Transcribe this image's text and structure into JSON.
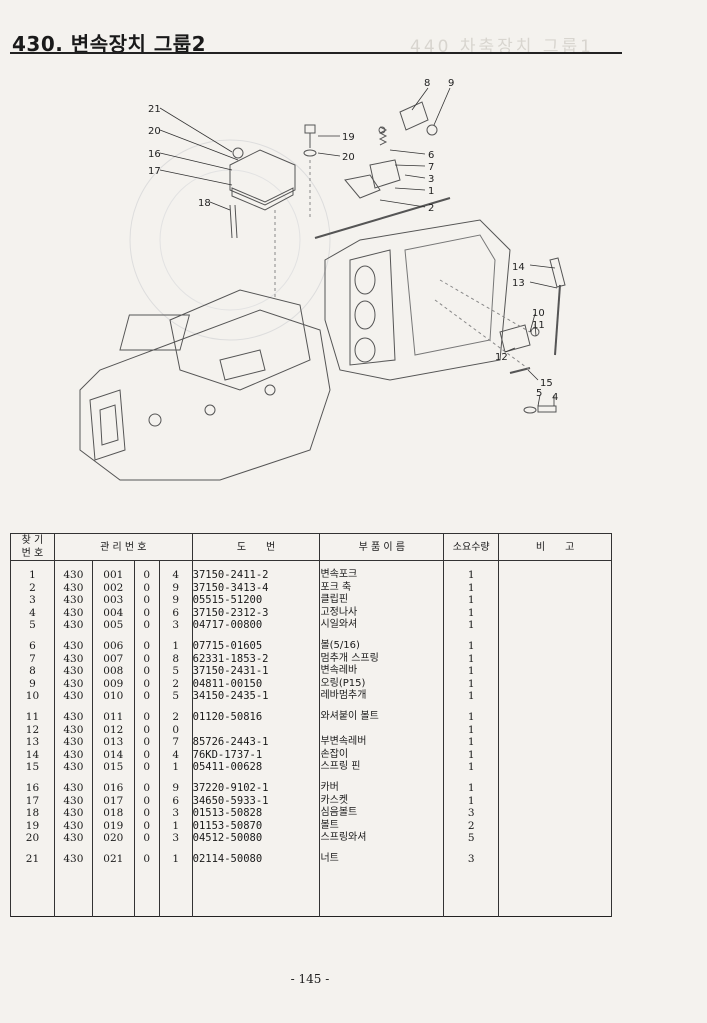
{
  "page": {
    "title": "430. 변속장치 그룹2",
    "page_number": "- 145 -"
  },
  "table": {
    "headers": {
      "ref_no_line1": "찾 기",
      "ref_no_line2": "번 호",
      "mgmt_no": "관 리 번 호",
      "drawing_no": "도　　번",
      "part_name": "부 품 이 름",
      "qty": "소요수량",
      "remarks": "비　　고"
    },
    "groups": [
      [
        {
          "ref": "1",
          "a": "430",
          "b": "001",
          "c": "0",
          "d": "4",
          "drawing": "37150-2411-2",
          "name": "변속포크",
          "qty": "1"
        },
        {
          "ref": "2",
          "a": "430",
          "b": "002",
          "c": "0",
          "d": "9",
          "drawing": "37150-3413-4",
          "name": "포크 축",
          "qty": "1"
        },
        {
          "ref": "3",
          "a": "430",
          "b": "003",
          "c": "0",
          "d": "9",
          "drawing": "05515-51200",
          "name": "클립핀",
          "qty": "1"
        },
        {
          "ref": "4",
          "a": "430",
          "b": "004",
          "c": "0",
          "d": "6",
          "drawing": "37150-2312-3",
          "name": "고정나사",
          "qty": "1"
        },
        {
          "ref": "5",
          "a": "430",
          "b": "005",
          "c": "0",
          "d": "3",
          "drawing": "04717-00800",
          "name": "시일와셔",
          "qty": "1"
        }
      ],
      [
        {
          "ref": "6",
          "a": "430",
          "b": "006",
          "c": "0",
          "d": "1",
          "drawing": "07715-01605",
          "name": "볼(5/16)",
          "qty": "1"
        },
        {
          "ref": "7",
          "a": "430",
          "b": "007",
          "c": "0",
          "d": "8",
          "drawing": "62331-1853-2",
          "name": "멈추개 스프링",
          "qty": "1"
        },
        {
          "ref": "8",
          "a": "430",
          "b": "008",
          "c": "0",
          "d": "5",
          "drawing": "37150-2431-1",
          "name": "변속레바",
          "qty": "1"
        },
        {
          "ref": "9",
          "a": "430",
          "b": "009",
          "c": "0",
          "d": "2",
          "drawing": "04811-00150",
          "name": "오링(P15)",
          "qty": "1"
        },
        {
          "ref": "10",
          "a": "430",
          "b": "010",
          "c": "0",
          "d": "5",
          "drawing": "34150-2435-1",
          "name": "레바멈추개",
          "qty": "1"
        }
      ],
      [
        {
          "ref": "11",
          "a": "430",
          "b": "011",
          "c": "0",
          "d": "2",
          "drawing": "01120-50816",
          "name": "와셔붙이 볼트",
          "qty": "1"
        },
        {
          "ref": "12",
          "a": "430",
          "b": "012",
          "c": "0",
          "d": "0",
          "drawing": "",
          "name": "",
          "qty": "1"
        },
        {
          "ref": "13",
          "a": "430",
          "b": "013",
          "c": "0",
          "d": "7",
          "drawing": "85726-2443-1",
          "name": "부변속레버",
          "qty": "1"
        },
        {
          "ref": "14",
          "a": "430",
          "b": "014",
          "c": "0",
          "d": "4",
          "drawing": "76KD-1737-1",
          "name": "손잡이",
          "qty": "1"
        },
        {
          "ref": "15",
          "a": "430",
          "b": "015",
          "c": "0",
          "d": "1",
          "drawing": "05411-00628",
          "name": "스프링 핀",
          "qty": "1"
        }
      ],
      [
        {
          "ref": "16",
          "a": "430",
          "b": "016",
          "c": "0",
          "d": "9",
          "drawing": "37220-9102-1",
          "name": "카버",
          "qty": "1"
        },
        {
          "ref": "17",
          "a": "430",
          "b": "017",
          "c": "0",
          "d": "6",
          "drawing": "34650-5933-1",
          "name": "카스켓",
          "qty": "1"
        },
        {
          "ref": "18",
          "a": "430",
          "b": "018",
          "c": "0",
          "d": "3",
          "drawing": "01513-50828",
          "name": "심음볼트",
          "qty": "3"
        },
        {
          "ref": "19",
          "a": "430",
          "b": "019",
          "c": "0",
          "d": "1",
          "drawing": "01153-50870",
          "name": "볼트",
          "qty": "2"
        },
        {
          "ref": "20",
          "a": "430",
          "b": "020",
          "c": "0",
          "d": "3",
          "drawing": "04512-50080",
          "name": "스프링와셔",
          "qty": "5"
        }
      ],
      [
        {
          "ref": "21",
          "a": "430",
          "b": "021",
          "c": "0",
          "d": "1",
          "drawing": "02114-50080",
          "name": "너트",
          "qty": "3"
        }
      ]
    ]
  },
  "diagram": {
    "callouts": [
      "21",
      "20",
      "16",
      "17",
      "18",
      "19",
      "20",
      "8",
      "9",
      "6",
      "7",
      "3",
      "1",
      "2",
      "14",
      "13",
      "10",
      "11",
      "12",
      "15",
      "5",
      "4"
    ]
  }
}
